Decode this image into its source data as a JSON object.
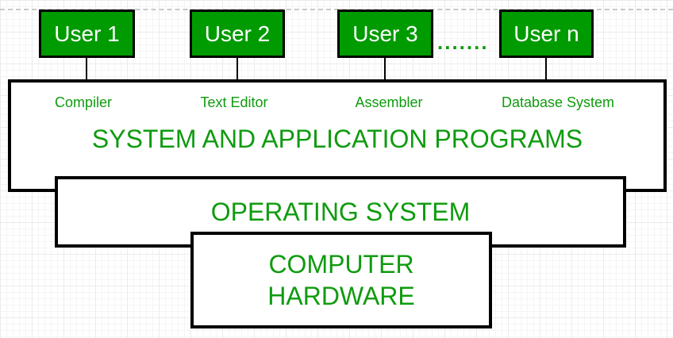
{
  "colors": {
    "green_fill": "#009b00",
    "green_text": "#0f9b0f",
    "border_black": "#000000",
    "box_white": "#ffffff",
    "grid_minor": "#f5f5f5",
    "grid_major": "#ebebeb",
    "guide_gray": "#c9c9c9"
  },
  "users": [
    {
      "label": "User 1"
    },
    {
      "label": "User 2"
    },
    {
      "label": "User 3"
    },
    {
      "label": "User n"
    }
  ],
  "ellipsis": ".......",
  "system_application_programs": {
    "title": "SYSTEM AND APPLICATION PROGRAMS",
    "programs": [
      "Compiler",
      "Text Editor",
      "Assembler",
      "Database System"
    ]
  },
  "operating_system": {
    "title": "OPERATING SYSTEM"
  },
  "computer_hardware": {
    "line1": "COMPUTER",
    "line2": "HARDWARE"
  }
}
